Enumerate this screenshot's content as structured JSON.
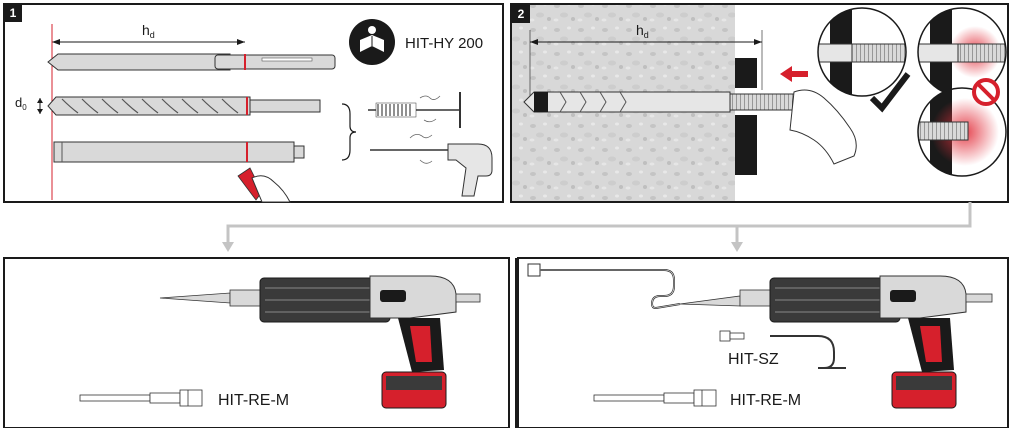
{
  "panels": {
    "step1": {
      "number": "1",
      "product": "HIT-HY 200",
      "hd_label": "h",
      "hd_sub": "d",
      "d0_label": "d",
      "d0_sub": "0"
    },
    "step2": {
      "number": "2",
      "hd_label": "h",
      "hd_sub": "d"
    },
    "step3": {
      "mixer_label": "HIT-RE-M"
    },
    "step4": {
      "extension_label": "HIT-SZ",
      "mixer_label": "HIT-RE-M"
    }
  },
  "colors": {
    "accent_red": "#d6202c",
    "frame": "#1a1a1a",
    "metal": "#d9d9d9",
    "concrete": "#d8d8d8",
    "arrow_gray": "#c4c4c4"
  },
  "icons": [
    "manual-reading-icon",
    "checkmark-icon",
    "prohibited-icon",
    "arrow-left-icon"
  ]
}
